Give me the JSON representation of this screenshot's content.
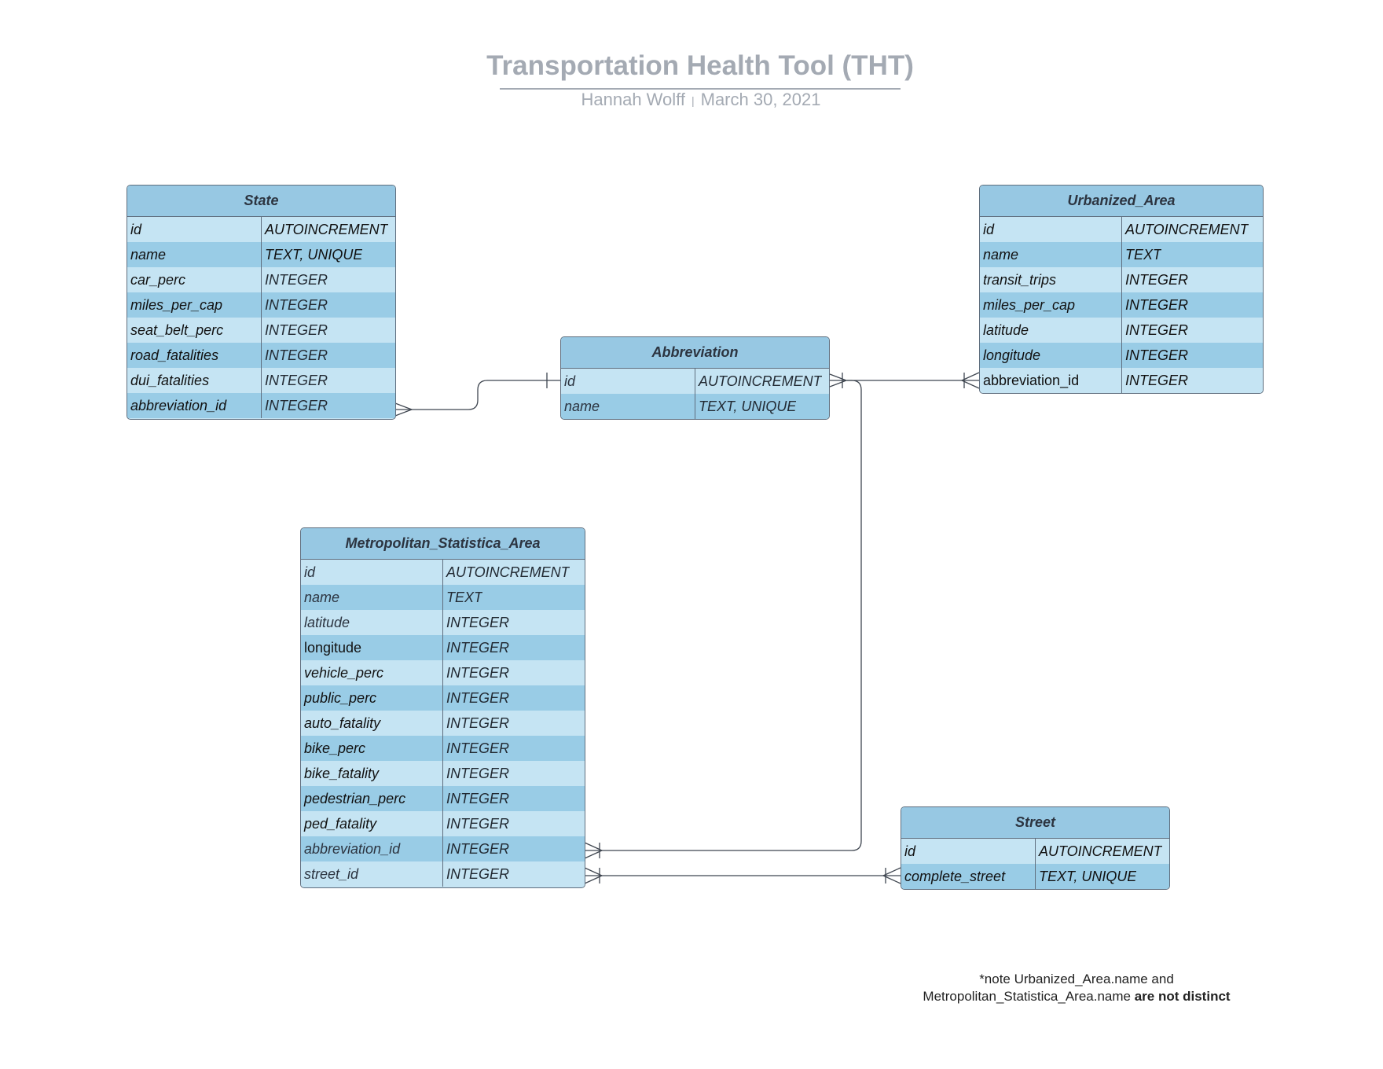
{
  "title": "Transportation Health Tool (THT)",
  "author": "Hannah Wolff",
  "separator": "|",
  "date": "March 30, 2021",
  "entities": {
    "state": {
      "name": "State",
      "fields": [
        {
          "name": "id",
          "type": "AUTOINCREMENT"
        },
        {
          "name": "name",
          "type": "TEXT, UNIQUE"
        },
        {
          "name": "car_perc",
          "type": "INTEGER"
        },
        {
          "name": "miles_per_cap",
          "type": "INTEGER"
        },
        {
          "name": "seat_belt_perc",
          "type": "INTEGER"
        },
        {
          "name": "road_fatalities",
          "type": "INTEGER"
        },
        {
          "name": "dui_fatalities",
          "type": "INTEGER"
        },
        {
          "name": "abbreviation_id",
          "type": "INTEGER"
        }
      ]
    },
    "abbreviation": {
      "name": "Abbreviation",
      "fields": [
        {
          "name": "id",
          "type": "AUTOINCREMENT"
        },
        {
          "name": "name",
          "type": "TEXT, UNIQUE"
        }
      ]
    },
    "urbanized_area": {
      "name": "Urbanized_Area",
      "fields": [
        {
          "name": "id",
          "type": "AUTOINCREMENT"
        },
        {
          "name": "name",
          "type": "TEXT"
        },
        {
          "name": "transit_trips",
          "type": "INTEGER"
        },
        {
          "name": "miles_per_cap",
          "type": "INTEGER"
        },
        {
          "name": "latitude",
          "type": "INTEGER"
        },
        {
          "name": "longitude",
          "type": "INTEGER"
        },
        {
          "name": "abbreviation_id",
          "type": "INTEGER"
        }
      ]
    },
    "msa": {
      "name": "Metropolitan_Statistica_Area",
      "fields": [
        {
          "name": "id",
          "type": "AUTOINCREMENT"
        },
        {
          "name": "name",
          "type": "TEXT"
        },
        {
          "name": "latitude",
          "type": "INTEGER"
        },
        {
          "name": "longitude",
          "type": "INTEGER"
        },
        {
          "name": "vehicle_perc",
          "type": "INTEGER"
        },
        {
          "name": "public_perc",
          "type": "INTEGER"
        },
        {
          "name": "auto_fatality",
          "type": "INTEGER"
        },
        {
          "name": "bike_perc",
          "type": "INTEGER"
        },
        {
          "name": "bike_fatality",
          "type": "INTEGER"
        },
        {
          "name": "pedestrian_perc",
          "type": "INTEGER"
        },
        {
          "name": "ped_fatality",
          "type": "INTEGER"
        },
        {
          "name": "abbreviation_id",
          "type": "INTEGER"
        },
        {
          "name": "street_id",
          "type": "INTEGER"
        }
      ]
    },
    "street": {
      "name": "Street",
      "fields": [
        {
          "name": "id",
          "type": "AUTOINCREMENT"
        },
        {
          "name": "complete_street",
          "type": "TEXT, UNIQUE"
        }
      ]
    }
  },
  "note": {
    "line1": "*note Urbanized_Area.name and",
    "line2_prefix": "Metropolitan_Statistica_Area.name ",
    "line2_bold": "are not distinct"
  },
  "colors": {
    "header": "#97c8e3",
    "row_light": "#c5e4f3",
    "row_dark": "#99cce6",
    "border": "#5f6e7e",
    "title": "#a4aab3",
    "line": "#3f4650"
  }
}
